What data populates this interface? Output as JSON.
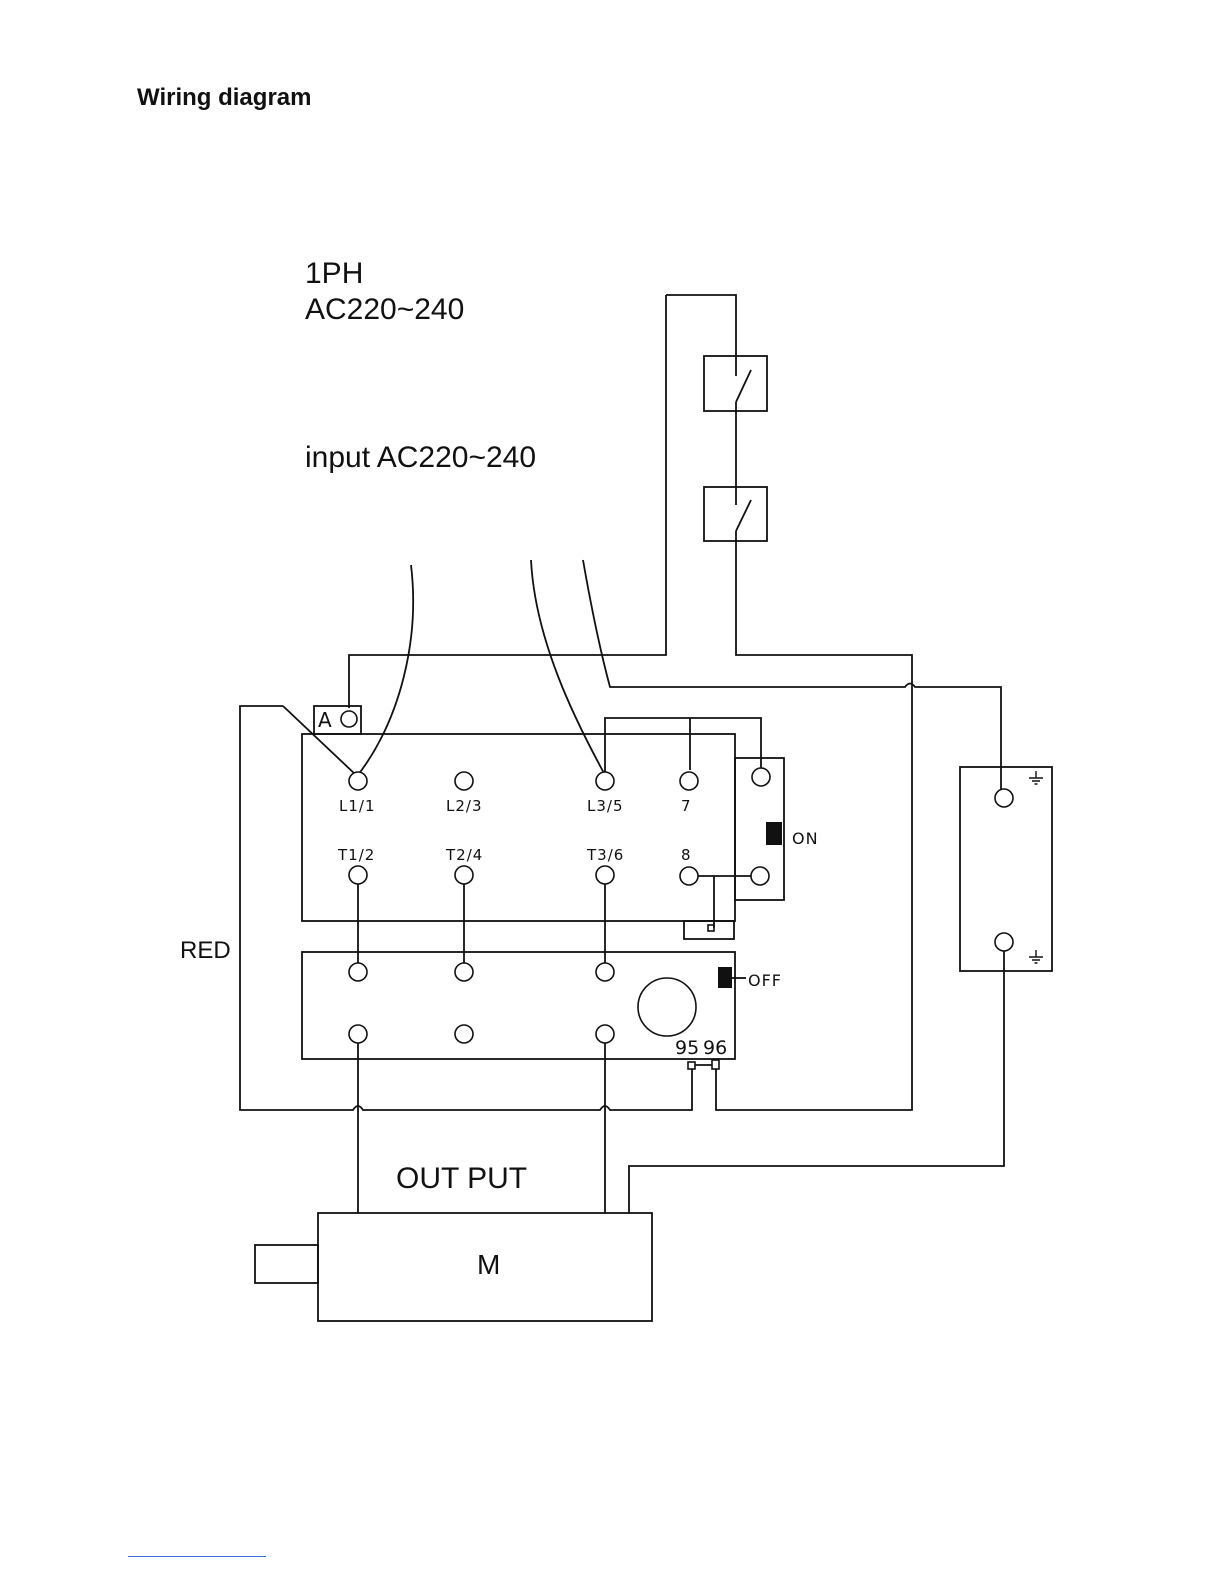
{
  "page": {
    "title": "Wiring diagram"
  },
  "supply": {
    "phase": "1PH",
    "voltage": "AC220~240",
    "input": "input AC220~240"
  },
  "terminals": {
    "top": [
      "L1/1",
      "L2/3",
      "L3/5",
      "7"
    ],
    "bottom": [
      "T1/2",
      "T2/4",
      "T3/6",
      "8"
    ],
    "ammeter": "A"
  },
  "switches": {
    "on": "ON",
    "off": "OFF"
  },
  "overload": {
    "contact_95": "95",
    "contact_96": "96"
  },
  "wire_labels": {
    "red": "RED",
    "output": "OUT PUT"
  },
  "motor": {
    "label": "M"
  }
}
